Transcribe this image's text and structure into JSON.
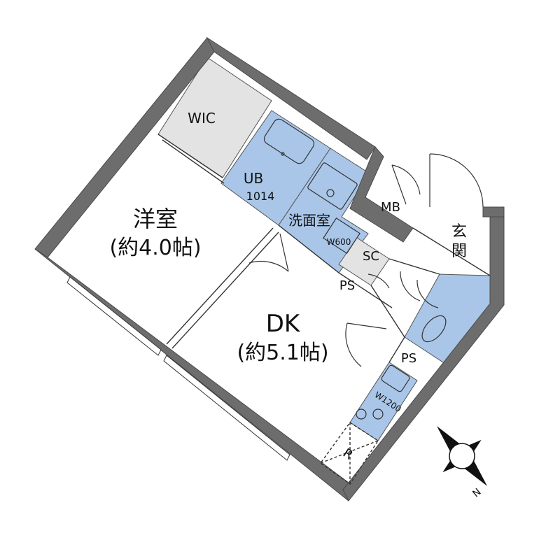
{
  "rooms": {
    "wic": "WIC",
    "ub": "UB",
    "ub_size": "1014",
    "washroom": "洗面室",
    "washbasin": "W600",
    "mb": "MB",
    "entrance": "玄関",
    "sc": "SC",
    "ps_a": "PS",
    "ps_b": "PS",
    "western_room": "洋室",
    "western_room_size": "(約4.0帖)",
    "dk": "DK",
    "dk_size": "(約5.1帖)",
    "kitchen": "W1200",
    "refrigerator": "R"
  },
  "compass": {
    "north": "N"
  },
  "colors": {
    "wall": "#6d6d6d",
    "wet_area": "#a9c6e8",
    "storage": "#e3e3e3",
    "line": "#333333"
  }
}
